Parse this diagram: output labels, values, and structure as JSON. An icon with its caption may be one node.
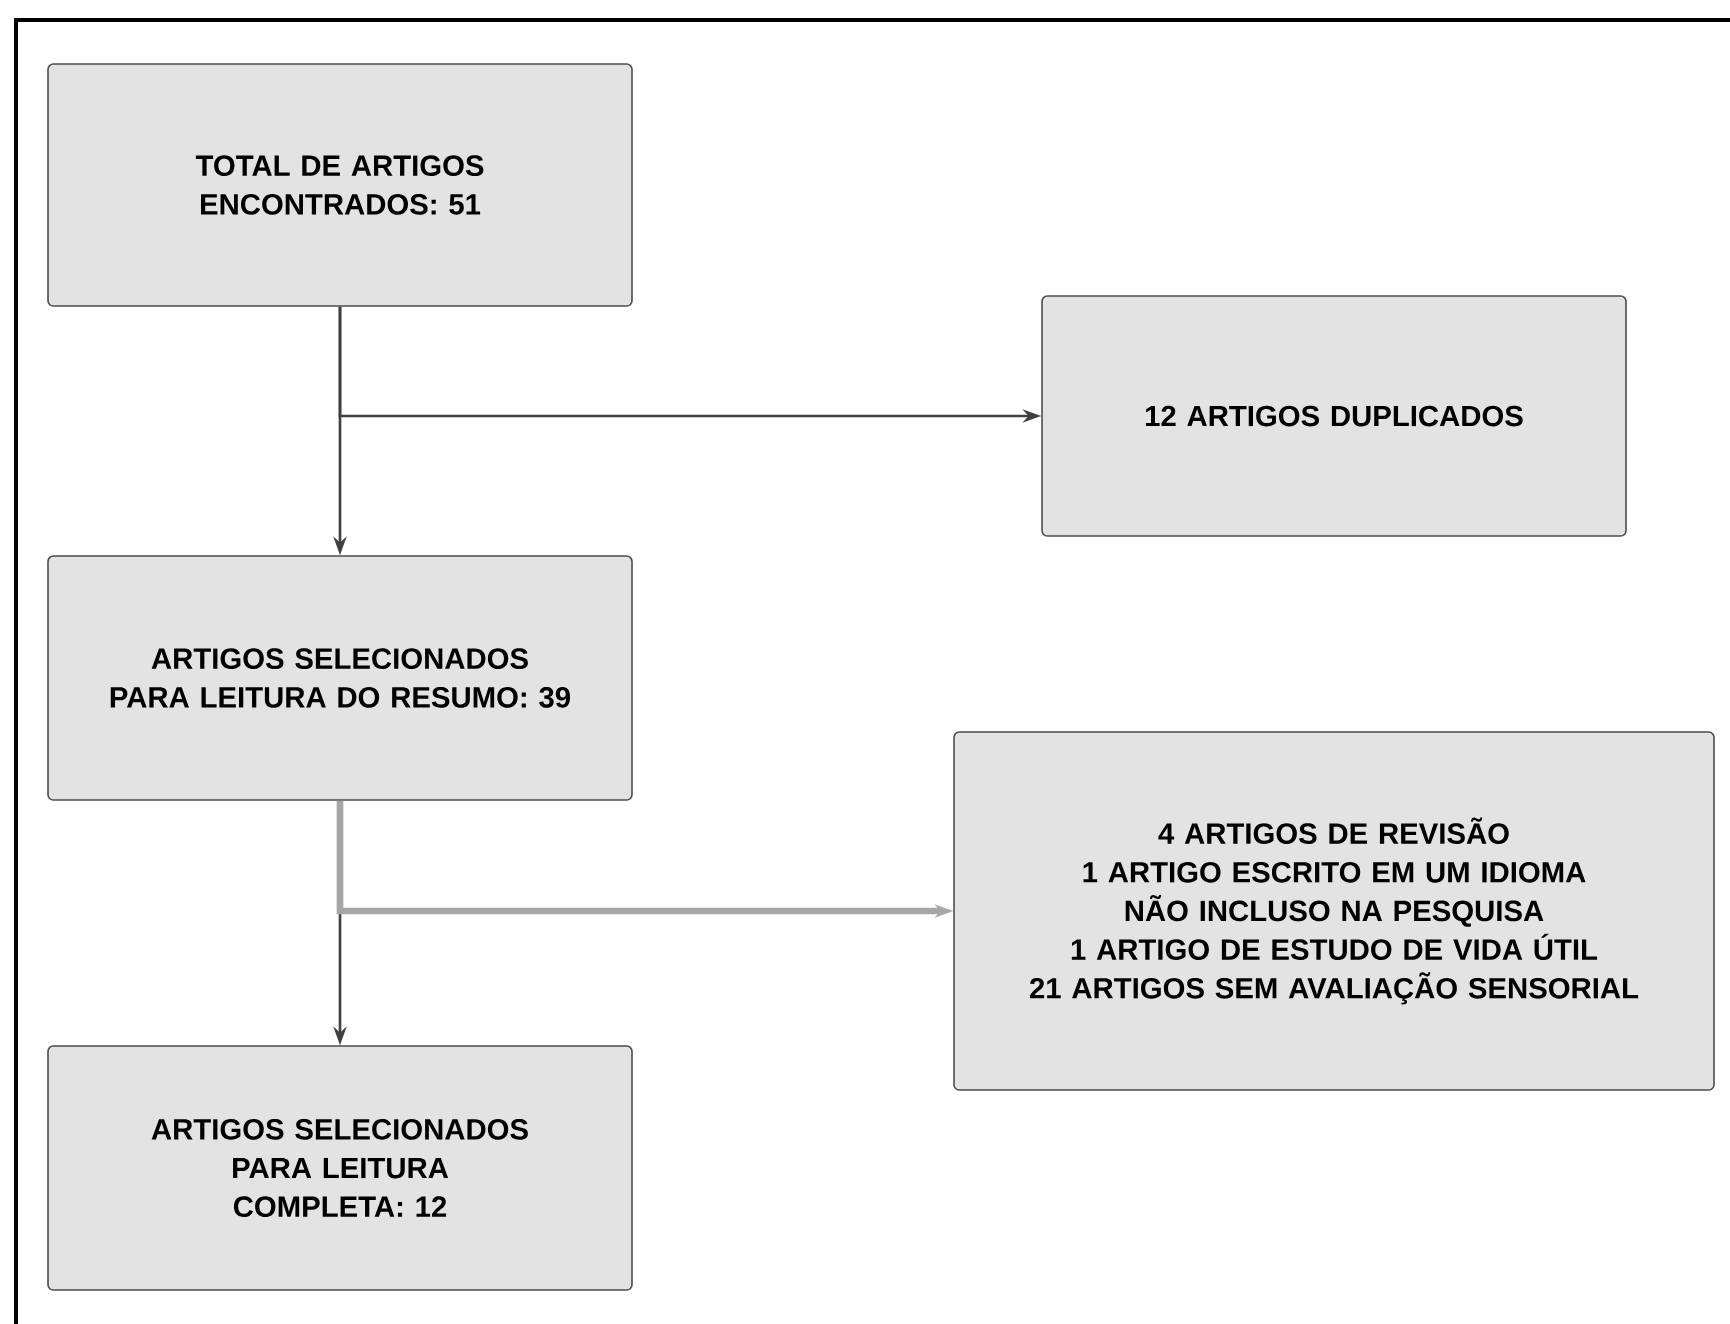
{
  "diagram": {
    "nodes": [
      {
        "text": [
          "TOTAL DE ARTIGOS ENCONTRADOS: 51"
        ]
      },
      {
        "text": [
          "12 ARTIGOS DUPLICADOS"
        ]
      },
      {
        "text": [
          "ARTIGOS SELECIONADOS PARA LEITURA DO RESUMO: 39"
        ]
      },
      {
        "text": [
          "4 ARTIGOS DE REVISÃO",
          "1 ARTIGO ESCRITO EM UM IDIOMA NÃO INCLUSO NA PESQUISA",
          "1 ARTIGO DE ESTUDO DE VIDA ÚTIL",
          "21 ARTIGOS SEM AVALIAÇÃO SENSORIAL"
        ]
      },
      {
        "text": [
          "ARTIGOS SELECIONADOS PARA LEITURA COMPLETA: 12"
        ]
      }
    ],
    "edges": [
      {
        "from": 0,
        "to": 2,
        "arrow": "to"
      },
      {
        "from": 0,
        "to": 1,
        "arrow": "to"
      },
      {
        "from": 2,
        "to": 4,
        "arrow": "to"
      },
      {
        "from": 2,
        "to": 3,
        "arrow": "to",
        "style": "thick",
        "color": "#a6a6a6"
      }
    ]
  }
}
